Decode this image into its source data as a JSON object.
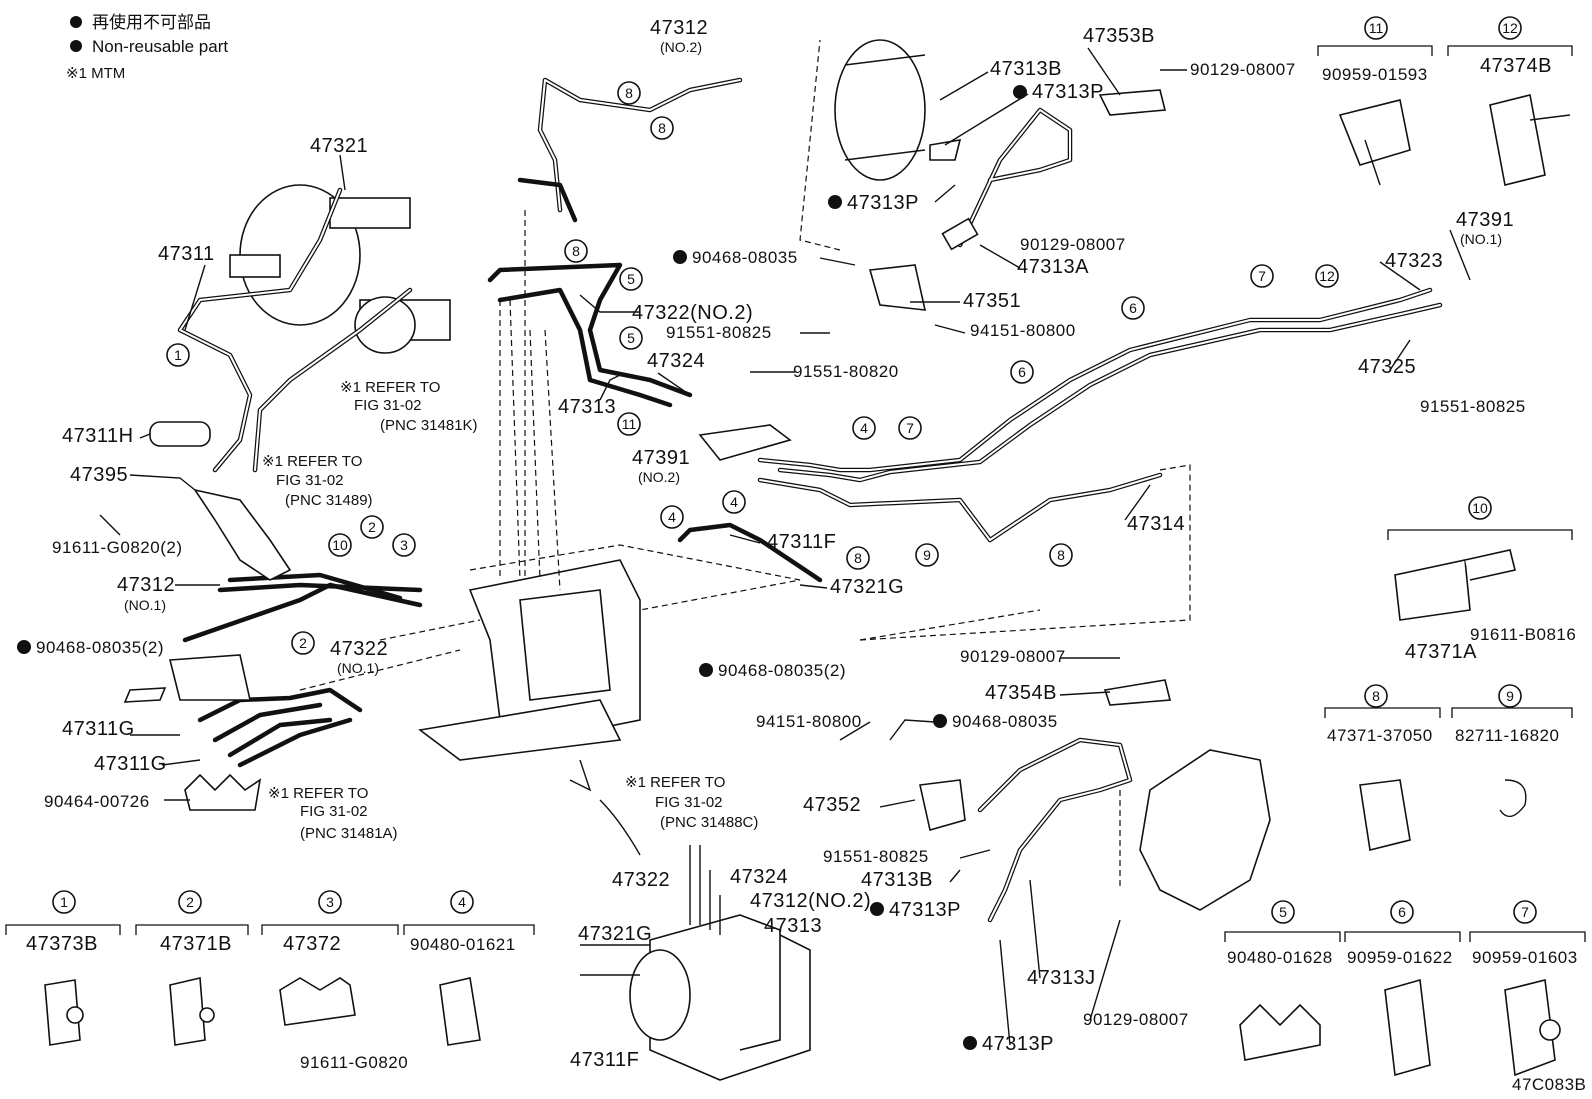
{
  "legend": {
    "non_reusable_jp": "再使用不可部品",
    "non_reusable_en": "Non-reusable part",
    "mtm_note": "※1 MTM"
  },
  "diagram_code": "47C083B",
  "refer_notes": [
    {
      "line1": "※1 REFER TO",
      "line2": "FIG 31-02",
      "line3": "(PNC 31481K)"
    },
    {
      "line1": "※1 REFER TO",
      "line2": "FIG 31-02",
      "line3": "(PNC 31489)"
    },
    {
      "line1": "※1 REFER TO",
      "line2": "FIG 31-02",
      "line3": "(PNC 31481A)"
    },
    {
      "line1": "※1 REFER TO",
      "line2": "FIG 31-02",
      "line3": "(PNC 31488C)"
    }
  ],
  "labels": {
    "p47312_no2": "47312",
    "p47312_no2_sub": "(NO.2)",
    "p47353B": "47353B",
    "p47313B_top": "47313B",
    "p47313P_top": "47313P",
    "p90129_08007_a": "90129-08007",
    "p47313P_mid": "47313P",
    "p90129_08007_b": "90129-08007",
    "p47313A": "47313A",
    "p90468_08035_top": "90468-08035",
    "p47351": "47351",
    "p91551_80825_a": "91551-80825",
    "p94151_80800_a": "94151-80800",
    "p47322_no2": "47322(NO.2)",
    "p47324_a": "47324",
    "p47313_a": "47313",
    "p91551_80820": "91551-80820",
    "p47391_no2": "47391",
    "p47391_no2_sub": "(NO.2)",
    "p47321": "47321",
    "p47311": "47311",
    "p47311H": "47311H",
    "p47395": "47395",
    "p91611_G0820_2": "91611-G0820(2)",
    "p47312_no1": "47312",
    "p47312_no1_sub": "(NO.1)",
    "p47322_no1": "47322",
    "p47322_no1_sub": "(NO.1)",
    "p90468_08035_2a": "90468-08035(2)",
    "p47311G_a": "47311G",
    "p47311G_b": "47311G",
    "p90464_00726": "90464-00726",
    "p47311F_a": "47311F",
    "p47321G_a": "47321G",
    "p90468_08035_2b": "90468-08035(2)",
    "p47314": "47314",
    "p47323": "47323",
    "p47391_no1": "47391",
    "p47391_no1_sub": "(NO.1)",
    "p47325": "47325",
    "p91551_80825_b": "91551-80825",
    "p90129_08007_c": "90129-08007",
    "p47354B": "47354B",
    "p94151_80800_b": "94151-80800",
    "p90468_08035_c": "90468-08035",
    "p47352": "47352",
    "p91551_80825_c": "91551-80825",
    "p47313B_b": "47313B",
    "p47313P_b": "47313P",
    "p47313J": "47313J",
    "p47313P_c": "47313P",
    "p90129_08007_d": "90129-08007",
    "p47322_b": "47322",
    "p47324_b": "47324",
    "p47312_no2_b": "47312(NO.2)",
    "p47313_b": "47313",
    "p47321G_b": "47321G",
    "p47311F_b": "47311F"
  },
  "legend_parts": [
    {
      "num": "1",
      "part": "47373B"
    },
    {
      "num": "2",
      "part": "47371B"
    },
    {
      "num": "3",
      "part": "47372",
      "extra": "91611-G0820"
    },
    {
      "num": "4",
      "part": "90480-01621"
    },
    {
      "num": "5",
      "part": "90480-01628"
    },
    {
      "num": "6",
      "part": "90959-01622"
    },
    {
      "num": "7",
      "part": "90959-01603"
    },
    {
      "num": "8",
      "part": "47371-37050"
    },
    {
      "num": "9",
      "part": "82711-16820"
    },
    {
      "num": "10",
      "part": "47371A",
      "extra": "91611-B0816"
    },
    {
      "num": "11",
      "part": "90959-01593"
    },
    {
      "num": "12",
      "part": "47374B"
    }
  ],
  "callouts": [
    "1",
    "2",
    "2",
    "3",
    "4",
    "4",
    "4",
    "5",
    "5",
    "6",
    "6",
    "7",
    "7",
    "8",
    "8",
    "8",
    "8",
    "8",
    "8",
    "9",
    "10",
    "11",
    "12"
  ]
}
